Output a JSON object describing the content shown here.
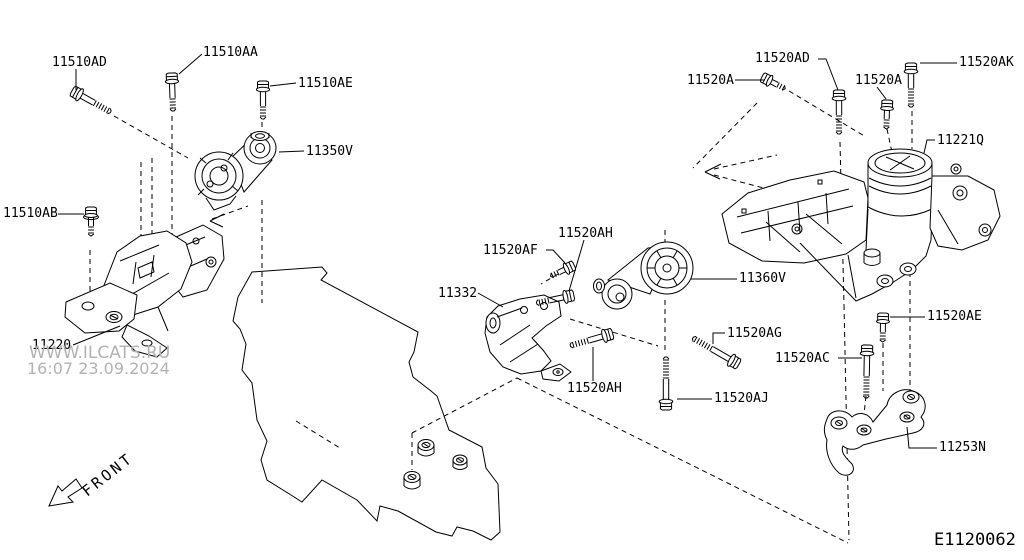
{
  "diagram": {
    "code": "E1120062",
    "front_label": "FRONT",
    "watermark": {
      "site": "WWW.ILCATS.RU",
      "timestamp": "16:07 23.09.2024"
    },
    "colors": {
      "line": "#000000",
      "watermark": "#b2b2b2",
      "background": "#ffffff"
    },
    "part_labels": [
      {
        "part_no": "11510AD"
      },
      {
        "part_no": "11510AA"
      },
      {
        "part_no": "11510AE"
      },
      {
        "part_no": "11350V"
      },
      {
        "part_no": "11510AB"
      },
      {
        "part_no": "11220"
      },
      {
        "part_no": "11332"
      },
      {
        "part_no": "11520AF"
      },
      {
        "part_no": "11520AH"
      },
      {
        "part_no": "11520AH"
      },
      {
        "part_no": "11520AJ"
      },
      {
        "part_no": "11520AG"
      },
      {
        "part_no": "11360V"
      },
      {
        "part_no": "11520A"
      },
      {
        "part_no": "11520AD"
      },
      {
        "part_no": "11520A"
      },
      {
        "part_no": "11520AK"
      },
      {
        "part_no": "11221Q"
      },
      {
        "part_no": "11520AE"
      },
      {
        "part_no": "11520AC"
      },
      {
        "part_no": "11253N"
      }
    ]
  }
}
